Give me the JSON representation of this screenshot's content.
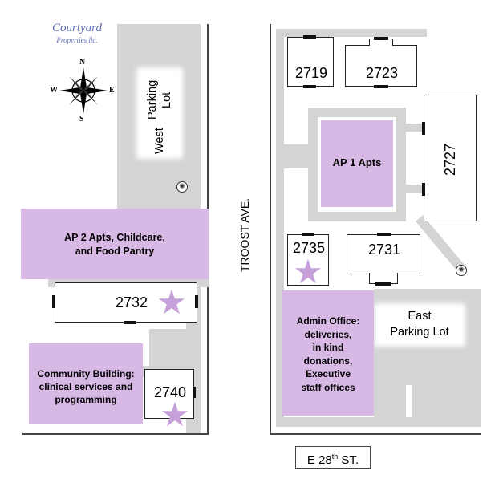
{
  "logo": {
    "line1": "Courtyard",
    "line2": "Properties llc."
  },
  "compass": {
    "n": "N",
    "s": "S",
    "e": "E",
    "w": "W"
  },
  "street_main": "TROOST AVE.",
  "street_bottom": {
    "base": "E 28",
    "sup": "th",
    "rest": " ST."
  },
  "west_lot": {
    "line1": "West",
    "line2": "Parking Lot"
  },
  "east_lot": {
    "line1": "East",
    "line2": "Parking Lot"
  },
  "buildings": {
    "b2719": "2719",
    "b2723": "2723",
    "b2727": "2727",
    "b2731": "2731",
    "b2735": "2735",
    "b2732": "2732",
    "b2740": "2740"
  },
  "areas": {
    "ap1": "AP 1 Apts",
    "ap2_line1": "AP 2 Apts, Childcare,",
    "ap2_line2": "and Food Pantry",
    "admin_line1": "Admin Office:",
    "admin_line2": "deliveries,",
    "admin_line3": "in kind",
    "admin_line4": "donations,",
    "admin_line5": "Executive",
    "admin_line6": "staff offices",
    "community_line1": "Community Building:",
    "community_line2": "clinical services and",
    "community_line3": "programming"
  },
  "colors": {
    "highlight": "#d8b8e4",
    "pavement": "#d4d4d4",
    "star": "#c6a0d8"
  },
  "icons": {
    "star": "star-icon",
    "soccer": "soccer-ball-icon",
    "compass": "compass-rose-icon"
  }
}
